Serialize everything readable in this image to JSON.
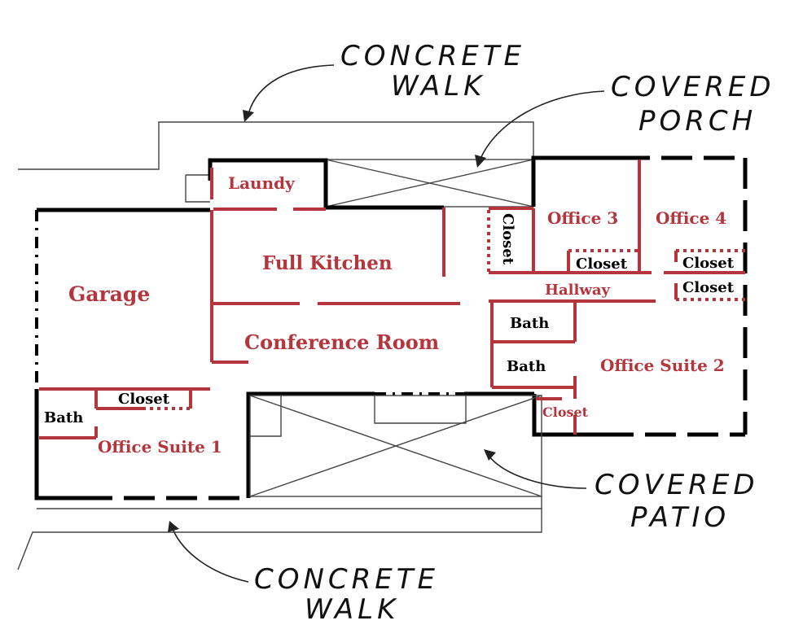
{
  "rooms": {
    "laundry": "Laundy",
    "full_kitchen": "Full Kitchen",
    "garage": "Garage",
    "conference_room": "Conference Room",
    "closet_west": "Closet",
    "office_3": "Office 3",
    "office_4": "Office 4",
    "closet_office3": "Closet",
    "closet_office4_a": "Closet",
    "closet_office4_b": "Closet",
    "hallway": "Hallway",
    "bath_a": "Bath",
    "bath_b": "Bath",
    "office_suite_2": "Office Suite 2",
    "closet_suite2": "Closet",
    "closet_suite1": "Closet",
    "bath_suite1": "Bath",
    "office_suite_1": "Office Suite 1"
  },
  "callouts": {
    "concrete_walk_top": [
      "CONCRETE",
      "WALK"
    ],
    "covered_porch": [
      "COVERED",
      "PORCH"
    ],
    "covered_patio": [
      "COVERED",
      "PATIO"
    ],
    "concrete_walk_bottom": [
      "CONCRETE",
      "WALK"
    ]
  },
  "colors": {
    "interior_walls": "#b5353c",
    "exterior_walls": "#000000"
  }
}
